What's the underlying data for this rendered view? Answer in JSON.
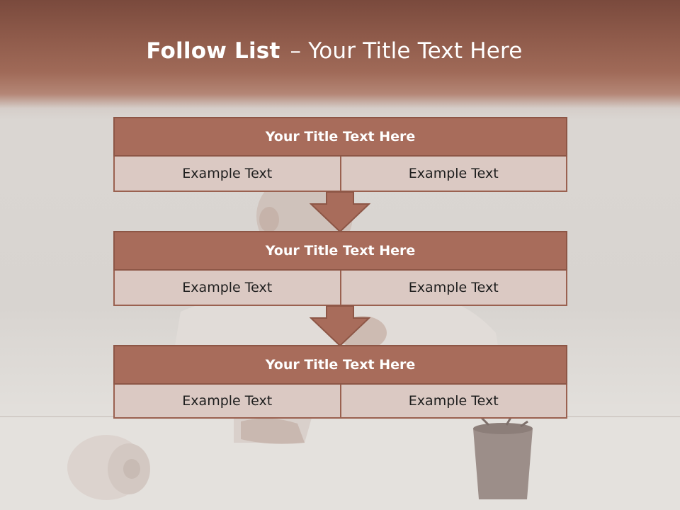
{
  "slide": {
    "title_bold": "Follow List",
    "title_sep": "–",
    "title_rest": "Your Title Text Here"
  },
  "blocks": [
    {
      "title": "Your Title Text Here",
      "left": "Example Text",
      "right": "Example Text"
    },
    {
      "title": "Your Title Text Here",
      "left": "Example Text",
      "right": "Example Text"
    },
    {
      "title": "Your Title Text Here",
      "left": "Example Text",
      "right": "Example Text"
    }
  ],
  "colors": {
    "header_band": "#8e5a4a",
    "block_title_fill": "#a86c5b",
    "block_cell_fill": "#dbc9c3",
    "arrow_fill": "#a86c5b"
  }
}
